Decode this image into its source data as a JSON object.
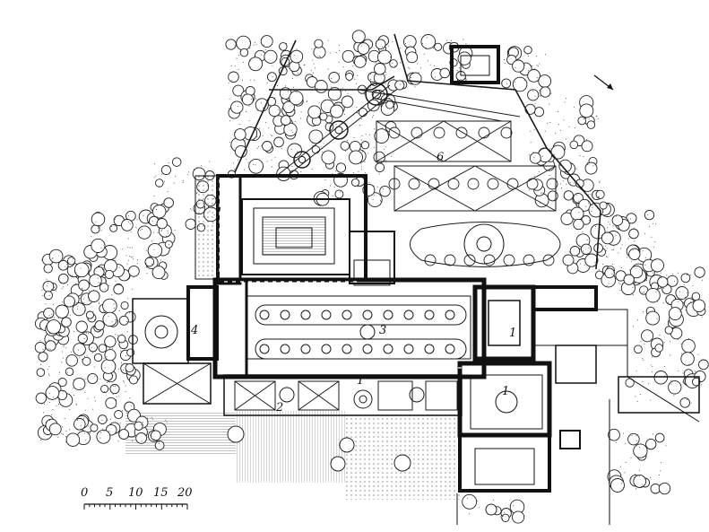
{
  "plan": {
    "labels": {
      "l1a": "1",
      "l1b": "1",
      "l1c": "1",
      "l2": "2",
      "l3": "3",
      "l4": "4",
      "l6": "6"
    },
    "scale": {
      "ticks": [
        "0",
        "5",
        "10",
        "15",
        "20"
      ]
    },
    "colors": {
      "ink": "#1a1a1a",
      "wall": "#222222",
      "paper": "#ffffff"
    },
    "icons": [
      "north-arrow-icon",
      "tree-icon",
      "parterre-icon",
      "fountain-icon"
    ]
  }
}
